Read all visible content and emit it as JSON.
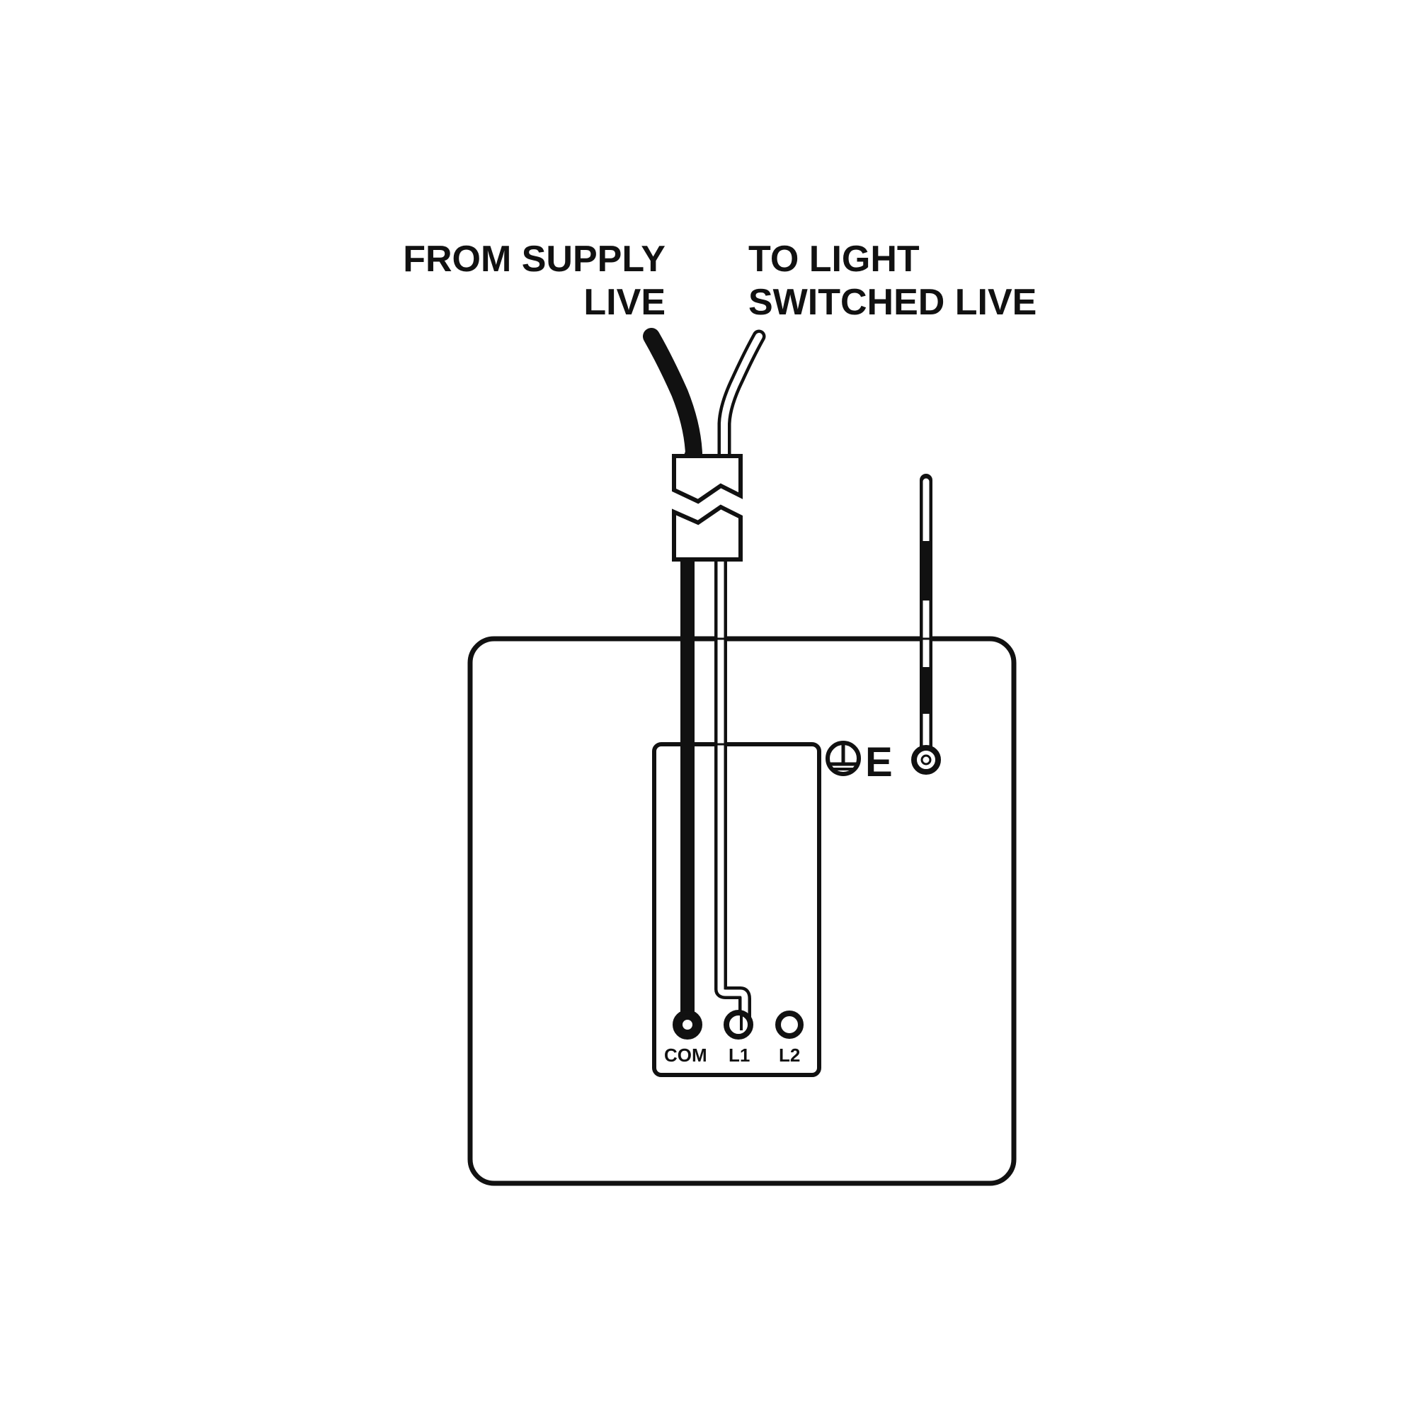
{
  "labels": {
    "supply_line1": "FROM SUPPLY",
    "supply_line2": "LIVE",
    "light_line1": "TO LIGHT",
    "light_line2": "SWITCHED LIVE",
    "earth": "E"
  },
  "terminals": [
    {
      "id": "com",
      "label": "COM",
      "connected_wire": "black"
    },
    {
      "id": "l1",
      "label": "L1",
      "connected_wire": "white"
    },
    {
      "id": "l2",
      "label": "L2",
      "connected_wire": "none"
    }
  ],
  "icons": {
    "earth_symbol": "earth-ground-icon",
    "cable_break": "cable-break-icon"
  },
  "colors": {
    "line": "#111111",
    "background": "#ffffff",
    "live_wire": "#111111",
    "switched_wire": "#ffffff"
  }
}
